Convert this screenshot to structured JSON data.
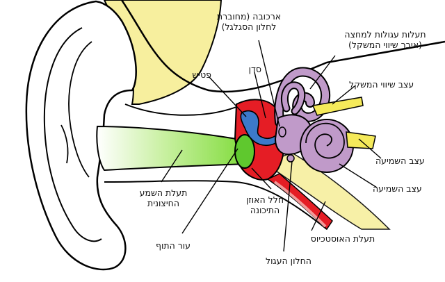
{
  "labels": {
    "oval_window_l1": "ארכובה (מחוברת",
    "oval_window_l2": "לחלון הסגלגל)",
    "semicircular_l1": "תעלות עגולות למחצה",
    "semicircular_l2": "(איבר שיווי המשקל)",
    "hammer": "פטיש",
    "anvil": "סדן",
    "vestibular_nerve": "עצב שיווי המשקל",
    "cochlear_nerve": "עצב השמיעה",
    "cochlea_label": "עצב השמיעה",
    "ear_canal_l1": "תעלת השמע",
    "ear_canal_l2": "החיצונית",
    "middle_ear_l1": "חלל האוזן",
    "middle_ear_l2": "התיכונה",
    "eardrum": "עור התוף",
    "eustachian": "תעלת האוסטכיוס",
    "round_window": "החלון העגול"
  },
  "colors": {
    "outline": "#000000",
    "skin": "#ffffff",
    "bone": "#f7ef9e",
    "ear_canal_green": "#7fdb3a",
    "eardrum_green": "#5fc82e",
    "middle_ear_red": "#e51d25",
    "ossicles_blue": "#3c79c9",
    "inner_ear_purple": "#c09ac9",
    "nerve_yellow": "#f5ea5a",
    "eustachian_pink": "#f29a99"
  }
}
